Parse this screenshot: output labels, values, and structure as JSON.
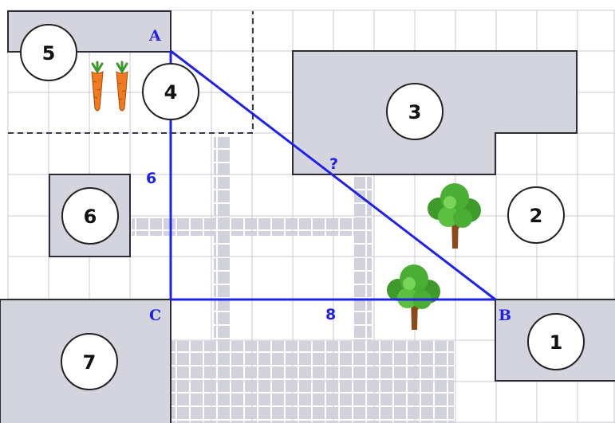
{
  "points": {
    "A": "A",
    "B": "B",
    "C": "C"
  },
  "side_labels": {
    "AC": "6",
    "CB": "8",
    "AB": "?"
  },
  "plots": [
    "1",
    "2",
    "3",
    "4",
    "5",
    "6",
    "7"
  ],
  "colors": {
    "line": "#1f22e6",
    "grid": "#c9c9d3",
    "building_fill": "#d4d4de",
    "building_stroke": "#2c2c34",
    "path_tile": "#d2d2dc"
  },
  "icons": [
    "carrot-icon",
    "tree-icon"
  ]
}
